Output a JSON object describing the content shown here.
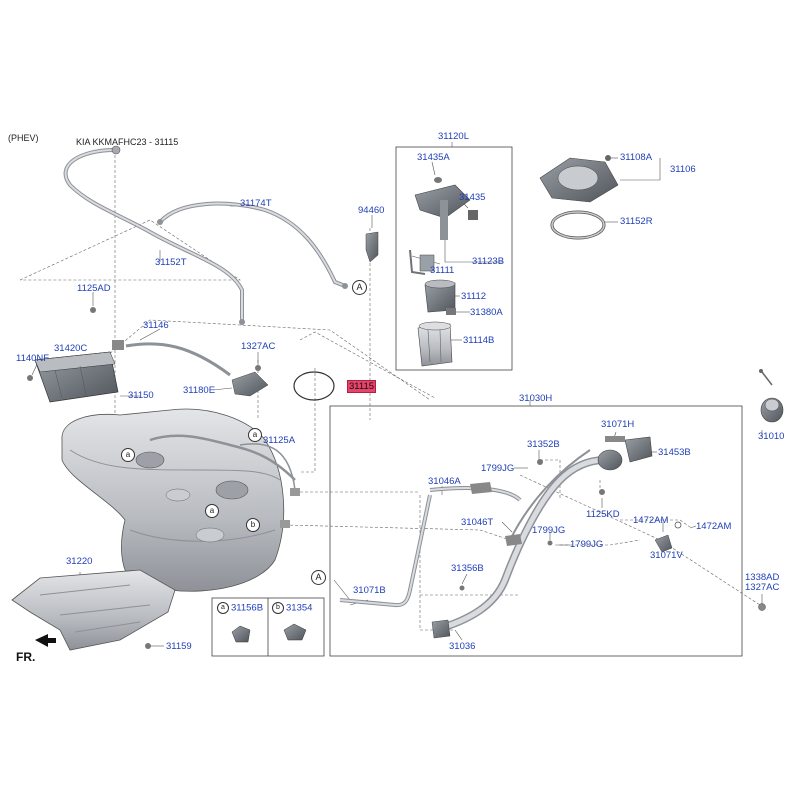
{
  "header": {
    "variant": "(PHEV)",
    "model_ref": "KIA KKMAFHC23 - 31115"
  },
  "direction_label": "FR.",
  "parts": {
    "p31120L": "31120L",
    "p31435A": "31435A",
    "p31435": "31435",
    "p31123B": "31123B",
    "p31111": "31111",
    "p31112": "31112",
    "p31380A": "31380A",
    "p31114B": "31114B",
    "p31108A": "31108A",
    "p31106": "31106",
    "p31152R": "31152R",
    "p94460": "94460",
    "p31174T": "31174T",
    "p31152T": "31152T",
    "p1125AD": "1125AD",
    "p31146": "31146",
    "p1327AC_a": "1327AC",
    "p31420C": "31420C",
    "p1140NF": "1140NF",
    "p31150": "31150",
    "p31180E": "31180E",
    "p31115": "31115",
    "p31125A": "31125A",
    "p31030H": "31030H",
    "p31071H": "31071H",
    "p31352B": "31352B",
    "p31453B": "31453B",
    "p1799JG_a": "1799JG",
    "p31046A": "31046A",
    "p1125KD": "1125KD",
    "p31046T": "31046T",
    "p1472AM_a": "1472AM",
    "p1472AM_b": "1472AM",
    "p1799JG_b": "1799JG",
    "p1799JG_c": "1799JG",
    "p31071V": "31071V",
    "p31356B": "31356B",
    "p31071B": "31071B",
    "p31036": "31036",
    "p31010": "31010",
    "p1338AD": "1338AD",
    "p1327AC_b": "1327AC",
    "p31220": "31220",
    "p31159": "31159",
    "p31156B": "31156B",
    "p31354": "31354"
  },
  "callouts": {
    "a": "a",
    "b": "b",
    "A": "A"
  },
  "colors": {
    "label": "#1f3fb8",
    "highlight": "#e8436a",
    "line": "#555555",
    "part_fill": "#b9bcc1",
    "part_dark": "#6f7379"
  }
}
